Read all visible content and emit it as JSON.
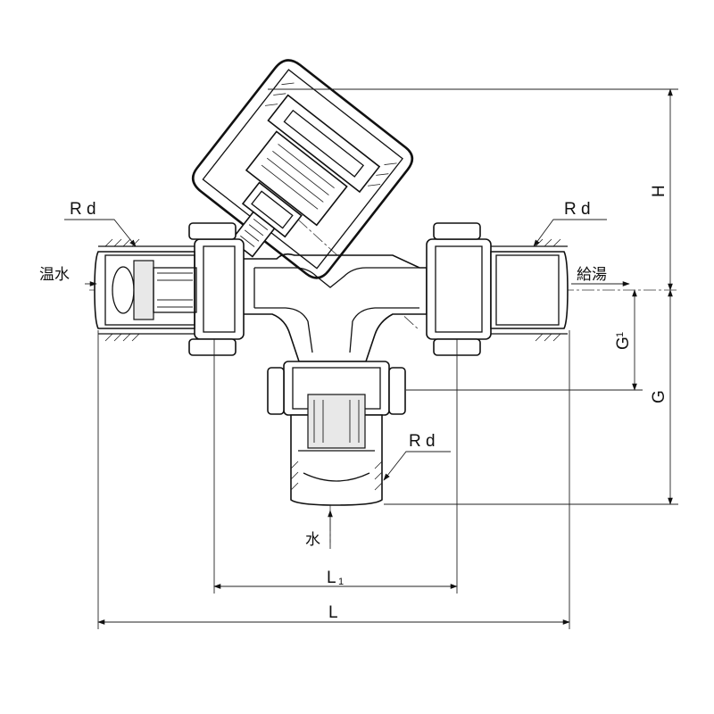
{
  "labels": {
    "rd_left": "R d",
    "rd_right": "R d",
    "rd_bottom": "R d",
    "hot_in": "温水",
    "hot_out": "給湯",
    "cold_in": "水",
    "dim_H": "H",
    "dim_G": "G",
    "dim_G1": "G",
    "dim_G1_sub": "1",
    "dim_L": "L",
    "dim_L1": "L",
    "dim_L1_sub": "1"
  }
}
